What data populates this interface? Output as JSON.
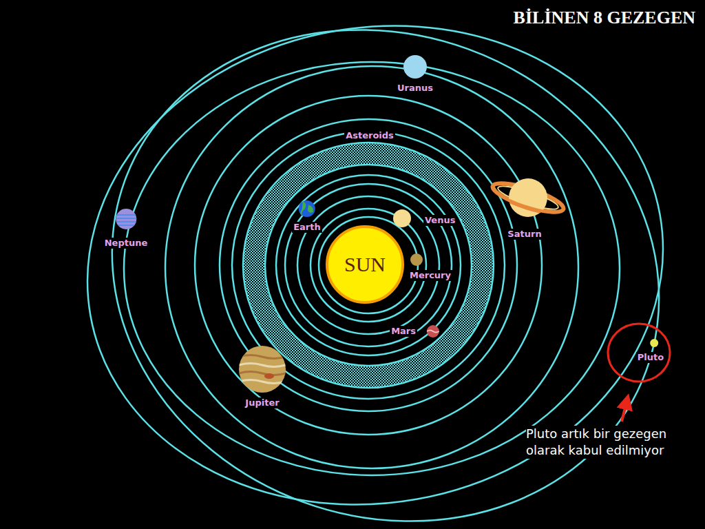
{
  "diagram": {
    "title": "BİLİNEN 8 GEZEGEN",
    "nodes": [
      {
        "text": [
          "Uranus"
        ]
      },
      {
        "text": [
          "Asteroids"
        ]
      },
      {
        "text": [
          "Earth"
        ]
      },
      {
        "text": [
          "Venus"
        ]
      },
      {
        "text": [
          "Saturn"
        ]
      },
      {
        "text": [
          "Neptune"
        ]
      },
      {
        "text": [
          "SUN"
        ]
      },
      {
        "text": [
          "Mercury"
        ]
      },
      {
        "text": [
          "Mars"
        ]
      },
      {
        "text": [
          "Pluto"
        ]
      },
      {
        "text": [
          "Jupiter"
        ]
      }
    ],
    "labels": [
      "Pluto artık bir gezegen olarak kabul edilmiyor"
    ]
  }
}
